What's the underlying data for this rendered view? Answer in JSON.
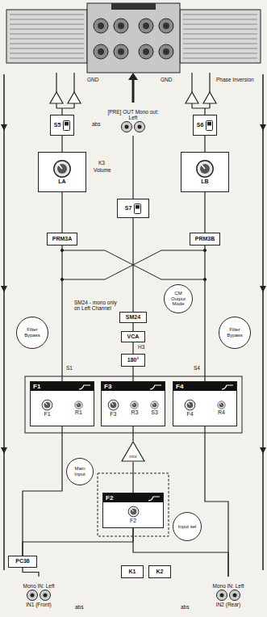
{
  "diagram": {
    "nodes": [
      {
        "text": [
          "S5"
        ]
      },
      {
        "text": [
          "[PRE] OUT Mono out: Left"
        ]
      },
      {
        "text": [
          "S6"
        ]
      },
      {
        "text": [
          "LA"
        ]
      },
      {
        "text": [
          "LB"
        ]
      },
      {
        "text": [
          "S7"
        ]
      },
      {
        "text": [
          "PRM3A"
        ]
      },
      {
        "text": [
          "PRM3B"
        ]
      },
      {
        "text": [
          "CM",
          "Output Mode"
        ]
      },
      {
        "text": [
          "SM24"
        ]
      },
      {
        "text": [
          "VCA"
        ]
      },
      {
        "text": [
          "Filter Bypass"
        ]
      },
      {
        "text": [
          "Filter Bypass"
        ]
      },
      {
        "text": [
          "180°"
        ]
      },
      {
        "text": [
          "F1",
          "F1",
          "R1"
        ]
      },
      {
        "text": [
          "F3",
          "F3",
          "R3",
          "S3"
        ]
      },
      {
        "text": [
          "F4",
          "F4",
          "R4"
        ]
      },
      {
        "text": [
          "mix"
        ]
      },
      {
        "text": [
          "Main Input"
        ]
      },
      {
        "text": [
          "Input sel"
        ]
      },
      {
        "text": [
          "F2",
          "F2"
        ]
      },
      {
        "text": [
          "PC36"
        ]
      },
      {
        "text": [
          "K1"
        ]
      },
      {
        "text": [
          "K2"
        ]
      },
      {
        "text": [
          "Mono IN: Left",
          "IN1 (Front)"
        ]
      },
      {
        "text": [
          "Mono IN: Left",
          "IN2 (Rear)"
        ]
      }
    ],
    "edges": [
      {
        "from": 24,
        "to": 21,
        "arrow": "none"
      },
      {
        "from": 21,
        "to": 14,
        "arrow": "none"
      },
      {
        "from": 21,
        "to": 20,
        "arrow": "none"
      },
      {
        "from": 25,
        "to": 16,
        "arrow": "none"
      },
      {
        "from": 25,
        "to": 20,
        "arrow": "none"
      },
      {
        "from": 20,
        "to": 17,
        "arrow": "none"
      },
      {
        "from": 17,
        "to": 15,
        "arrow": "none"
      },
      {
        "from": 15,
        "to": 13,
        "arrow": "none"
      },
      {
        "from": 13,
        "to": 10,
        "arrow": "none"
      },
      {
        "from": 10,
        "to": 9,
        "arrow": "none"
      },
      {
        "from": 9,
        "to": 5,
        "arrow": "none"
      },
      {
        "from": 14,
        "to": 6,
        "arrow": "none"
      },
      {
        "from": 16,
        "to": 7,
        "arrow": "none"
      },
      {
        "from": 6,
        "to": 3,
        "arrow": "none"
      },
      {
        "from": 7,
        "to": 4,
        "arrow": "none"
      },
      {
        "from": 3,
        "to": 0,
        "arrow": "none"
      },
      {
        "from": 4,
        "to": 2,
        "arrow": "none"
      },
      {
        "from": 5,
        "to": 1,
        "arrow": "none"
      }
    ],
    "labels": [
      "GND",
      "GND",
      "Phase Inversion",
      "abs",
      "K3",
      "Volume",
      "SM24 - mono only on Left Channel",
      "H3",
      "S1",
      "S4",
      "abs",
      "abs"
    ]
  }
}
